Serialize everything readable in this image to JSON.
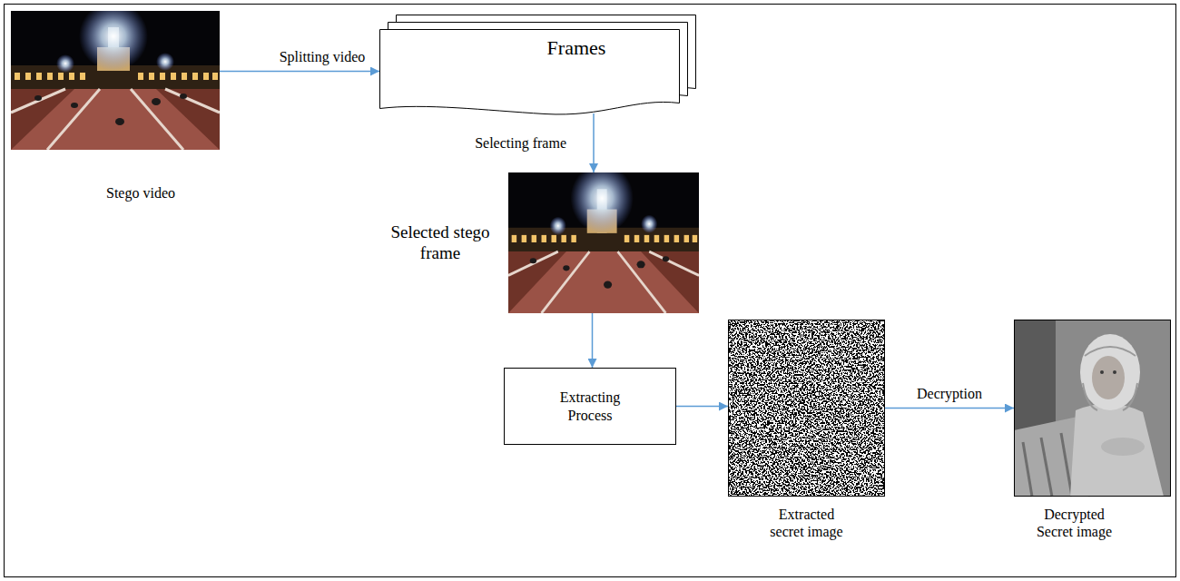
{
  "diagram": {
    "nodes": [
      {
        "text": [
          "Stego video"
        ]
      },
      {
        "text": [
          "Frames"
        ]
      },
      {
        "text": [
          "Selected stego frame"
        ]
      },
      {
        "text": [
          "Extracting Process"
        ]
      },
      {
        "text": [
          "Extracted secret image"
        ]
      },
      {
        "text": [
          "Decrypted Secret image"
        ]
      }
    ],
    "edges": [
      {
        "from": 0,
        "to": 1,
        "arrow": "to",
        "label": "Splitting video"
      },
      {
        "from": 1,
        "to": 2,
        "arrow": "to",
        "label": "Selecting frame"
      },
      {
        "from": 2,
        "to": 3,
        "arrow": "to"
      },
      {
        "from": 3,
        "to": 4,
        "arrow": "to"
      },
      {
        "from": 4,
        "to": 5,
        "arrow": "to",
        "label": "Decryption"
      }
    ]
  }
}
